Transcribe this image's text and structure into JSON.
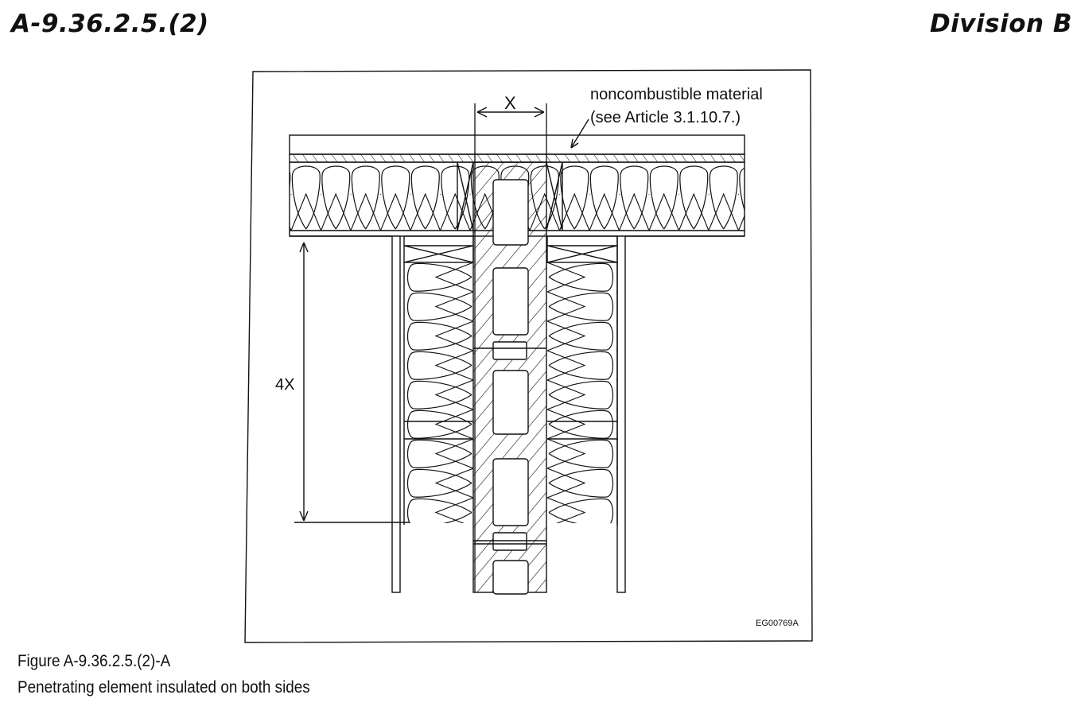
{
  "header": {
    "section_ref": "A-9.36.2.5.(2)",
    "division": "Division B"
  },
  "figure": {
    "label_dim_x": "X",
    "label_dim_4x": "4X",
    "callout_line1": "noncombustible material",
    "callout_line2": "(see Article 3.1.10.7.)",
    "drawing_code": "EG00769A"
  },
  "caption": {
    "number": "Figure A-9.36.2.5.(2)-A",
    "title": "Penetrating element insulated on both sides"
  }
}
